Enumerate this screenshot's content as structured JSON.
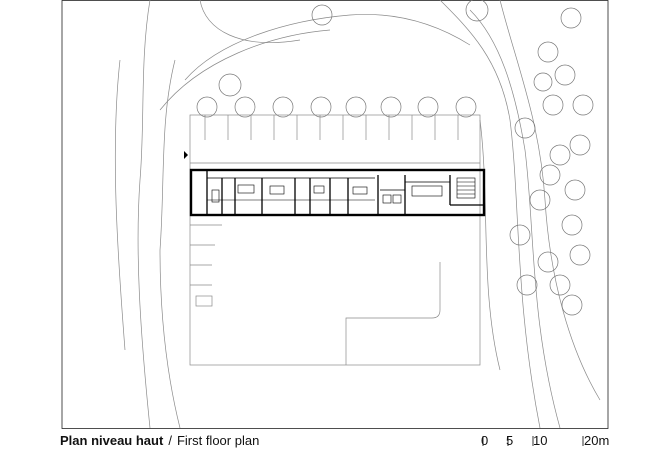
{
  "caption": {
    "title_fr": "Plan niveau haut",
    "separator": "/",
    "title_en": "First floor plan"
  },
  "scale_bar": {
    "labels": [
      "0",
      "5",
      "10",
      "20m"
    ]
  },
  "colors": {
    "line": "#000000",
    "thin_line": "#888888",
    "background": "#ffffff"
  }
}
